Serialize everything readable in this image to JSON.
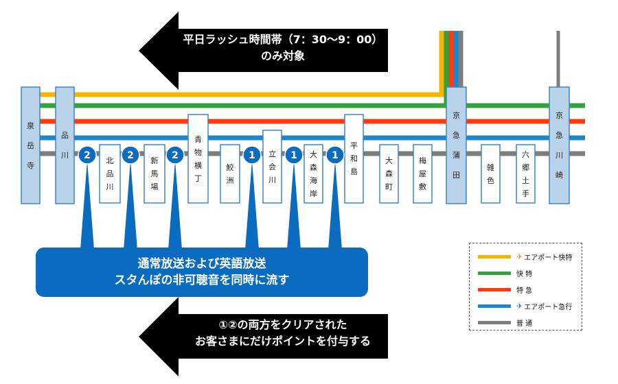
{
  "colors": {
    "airport_express": "#f5b400",
    "rapid_limited": "#34a23a",
    "limited_express": "#ff3a0e",
    "airport_rapid": "#1f86cc",
    "local": "#7d7d7d",
    "station_fill": "#b8d2ea",
    "station_border": "#3d86c6",
    "bubble": "#0a6bbf",
    "arrow": "#000000"
  },
  "top_arrow": {
    "text": "平日ラッシュ時間帯（7：30〜9：00）\nのみ対象"
  },
  "bottom_arrow": {
    "text": "①②の両方をクリアされた\nお客さまにだけポイントを付与する"
  },
  "bubble": {
    "text": "通常放送および英語放送\nスタんぽの非可聴音を同時に流す"
  },
  "stations": [
    {
      "name": "泉岳寺",
      "key": "sengakuji"
    },
    {
      "name": "品川",
      "key": "shinagawa"
    },
    {
      "name": "北品川",
      "key": "kitashinagawa"
    },
    {
      "name": "新馬場",
      "key": "shimbamba"
    },
    {
      "name": "青物横丁",
      "key": "aomono-yokocho"
    },
    {
      "name": "鮫洲",
      "key": "samezu"
    },
    {
      "name": "立会川",
      "key": "tachiaigawa"
    },
    {
      "name": "大森海岸",
      "key": "omorikaigan"
    },
    {
      "name": "平和島",
      "key": "heiwajima"
    },
    {
      "name": "大森町",
      "key": "omorimachi"
    },
    {
      "name": "梅屋敷",
      "key": "umeyashiki"
    },
    {
      "name": "京急蒲田",
      "key": "keikyu-kamata"
    },
    {
      "name": "雑色",
      "key": "zoshiki"
    },
    {
      "name": "六郷土手",
      "key": "rokugodote"
    },
    {
      "name": "京急川崎",
      "key": "keikyu-kawasaki"
    }
  ],
  "markers": [
    "2",
    "2",
    "2",
    "1",
    "1",
    "1"
  ],
  "legend": [
    {
      "label": "エアポート快特",
      "color": "#f5b400",
      "icon": "airplane-icon"
    },
    {
      "label": "快 特",
      "color": "#34a23a",
      "icon": ""
    },
    {
      "label": "特 急",
      "color": "#ff3a0e",
      "icon": ""
    },
    {
      "label": "エアポート急行",
      "color": "#1f86cc",
      "icon": "airplane-icon"
    },
    {
      "label": "普 通",
      "color": "#7d7d7d",
      "icon": ""
    }
  ]
}
